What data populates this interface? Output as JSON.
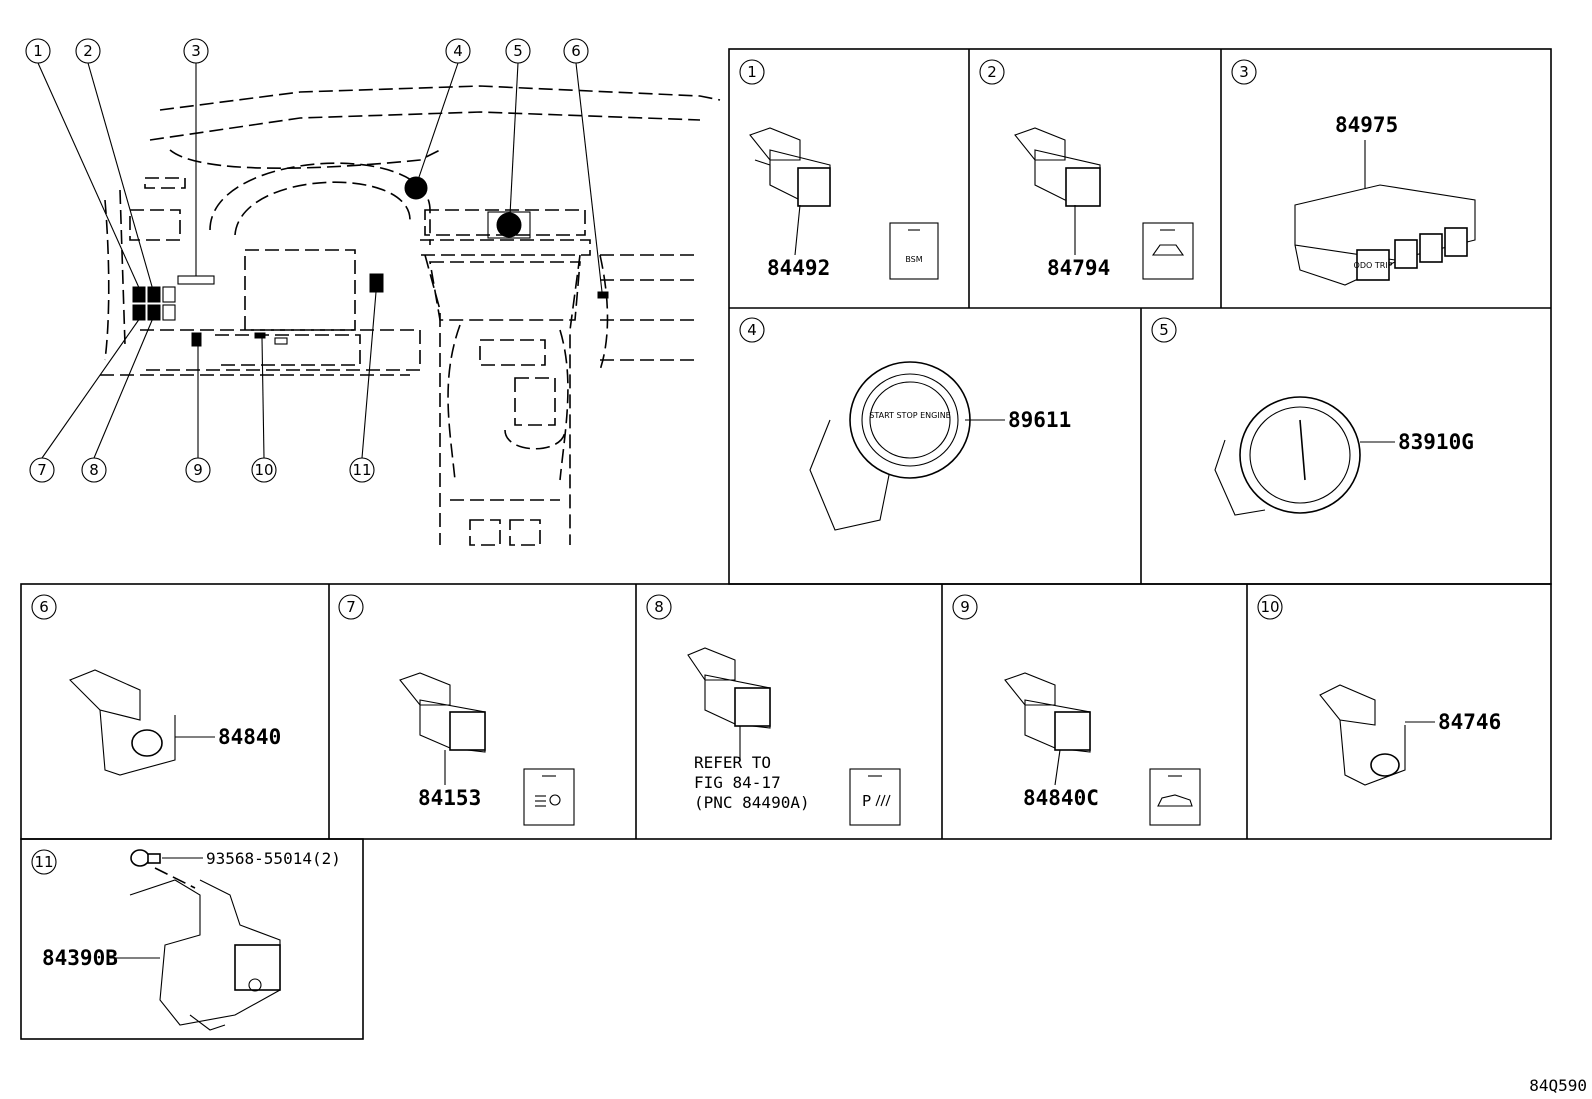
{
  "diagram_id": "84Q590",
  "overview_callouts": [
    "1",
    "2",
    "3",
    "4",
    "5",
    "6",
    "7",
    "8",
    "9",
    "10",
    "11"
  ],
  "panels": [
    {
      "num": "1",
      "part": "84492",
      "icon": "BSM"
    },
    {
      "num": "2",
      "part": "84794",
      "icon": "defogger"
    },
    {
      "num": "3",
      "part": "84975",
      "icon": "ODO TRIP"
    },
    {
      "num": "4",
      "part": "89611",
      "icon": "START STOP ENGINE"
    },
    {
      "num": "5",
      "part": "83910G",
      "icon": "clock"
    },
    {
      "num": "6",
      "part": "84840",
      "icon": ""
    },
    {
      "num": "7",
      "part": "84153",
      "icon": "auto-high-beam"
    },
    {
      "num": "8",
      "part": "",
      "icon": "P-sonar",
      "note": [
        "REFER TO",
        "FIG 84-17",
        "(PNC 84490A)"
      ]
    },
    {
      "num": "9",
      "part": "84840C",
      "icon": "trunk"
    },
    {
      "num": "10",
      "part": "84746",
      "icon": ""
    },
    {
      "num": "11",
      "part": "84390B",
      "screw": "93568-55014(2)"
    }
  ]
}
